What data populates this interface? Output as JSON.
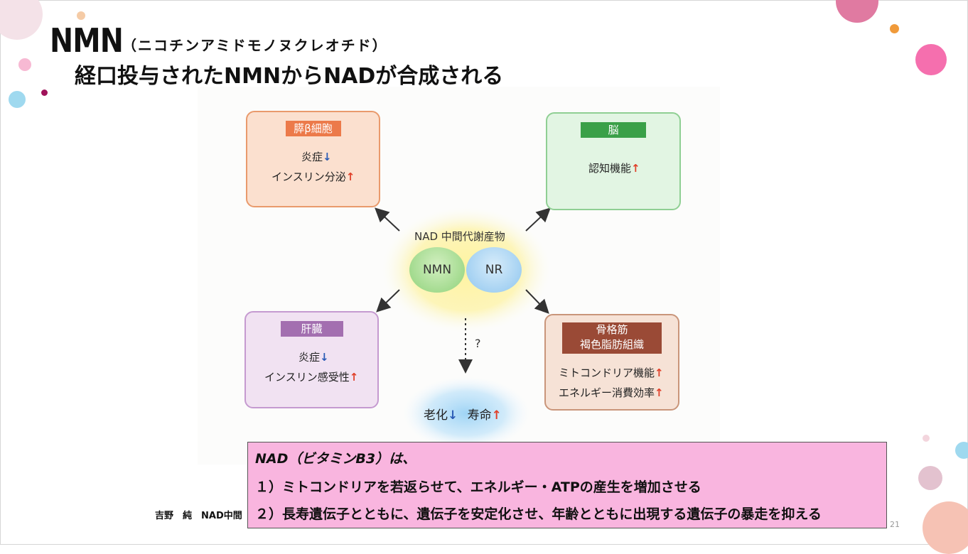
{
  "slide": {
    "title": "NMN",
    "title_reading": "（ニコチンアミドモノヌクレオチド）",
    "subtitle": "経口投与されたNMNからNADが合成される",
    "page_number": "21",
    "footer_author": "吉野　純　NAD中間"
  },
  "diagram": {
    "center_label": "NAD 中間代謝産物",
    "nmn": "NMN",
    "nr": "NR",
    "question": "?",
    "pancreas": {
      "header": "膵β細胞",
      "line1": "炎症",
      "line2": "インスリン分泌"
    },
    "brain": {
      "header": "脳",
      "line1": "認知機能"
    },
    "liver": {
      "header": "肝臓",
      "line1": "炎症",
      "line2": "インスリン感受性"
    },
    "muscle": {
      "header1": "骨格筋",
      "header2": "褐色脂肪組織",
      "line1": "ミトコンドリア機能",
      "line2": "エネルギー消費効率"
    },
    "aging": {
      "part1": "老化",
      "part2": "寿命"
    },
    "arrow_up": "↑",
    "arrow_down": "↓"
  },
  "callout": {
    "line1": "NAD（ビタミンB3）は、",
    "line2": "１）ミトコンドリアを若返らせて、エネルギー・ATPの産生を増加させる",
    "line3": "２）長寿遺伝子とともに、遺伝子を安定化させ、年齢とともに出現する遺伝子の暴走を抑える"
  },
  "colors": {
    "pancreas_fill": "#fbe0cf",
    "pancreas_border": "#e99a6c",
    "pancreas_header": "#ec7a4a",
    "brain_fill": "#e2f5e3",
    "brain_border": "#8fcf93",
    "brain_header": "#3aa048",
    "liver_fill": "#f1e2f2",
    "liver_border": "#c59ad0",
    "liver_header": "#a36fb0",
    "muscle_fill": "#f6e2d6",
    "muscle_border": "#c9957a",
    "muscle_header": "#9a4a36",
    "callout_fill": "#f9b5df"
  }
}
